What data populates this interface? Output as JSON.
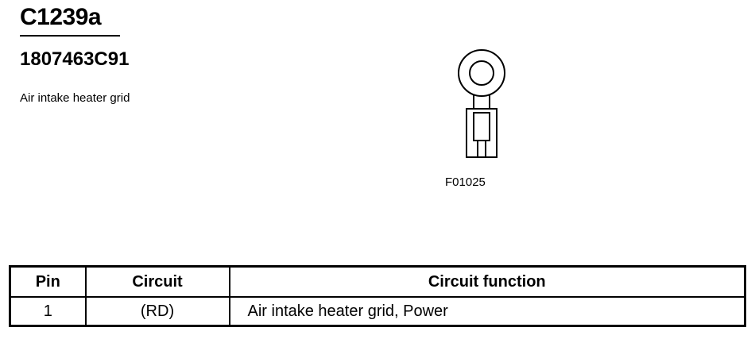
{
  "connector": {
    "id": "C1239a",
    "part_number": "1807463C91",
    "description": "Air intake heater grid",
    "figure_id": "F01025"
  },
  "table": {
    "headers": [
      "Pin",
      "Circuit",
      "Circuit function"
    ],
    "rows": [
      {
        "pin": "1",
        "circuit": "(RD)",
        "function": "Air intake heater grid, Power"
      }
    ]
  }
}
